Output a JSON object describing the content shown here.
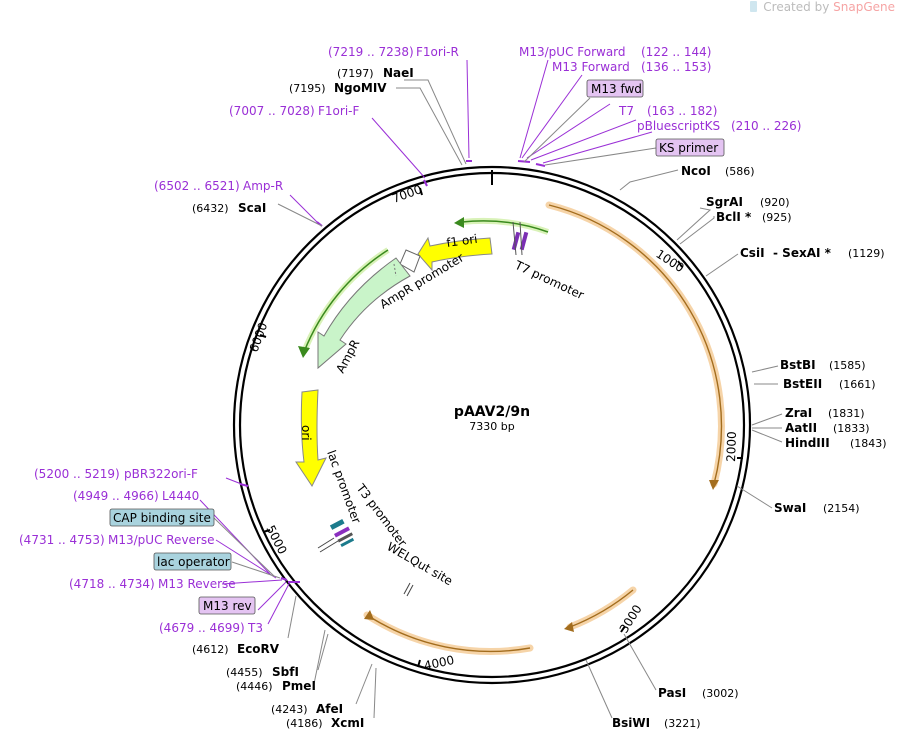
{
  "watermark": {
    "prefix": "Created by",
    "brand": "SnapGene"
  },
  "plasmid": {
    "name": "pAAV2/9n",
    "length_label": "7330 bp"
  },
  "ticks": [
    "1000",
    "2000",
    "3000",
    "4000",
    "5000",
    "6000",
    "7000"
  ],
  "enzymes": [
    {
      "name": "NcoI",
      "pos": "(586)"
    },
    {
      "name": "SgrAI",
      "pos": "(920)"
    },
    {
      "name": "BclI *",
      "pos": "(925)"
    },
    {
      "name": "CsiI",
      "name2": "SexAI *",
      "pos": "(1129)"
    },
    {
      "name": "BstBI",
      "pos": "(1585)"
    },
    {
      "name": "BstEII",
      "pos": "(1661)"
    },
    {
      "name": "ZraI",
      "pos": "(1831)"
    },
    {
      "name": "AatII",
      "pos": "(1833)"
    },
    {
      "name": "HindIII",
      "pos": "(1843)"
    },
    {
      "name": "SwaI",
      "pos": "(2154)"
    },
    {
      "name": "PasI",
      "pos": "(3002)"
    },
    {
      "name": "BsiWI",
      "pos": "(3221)"
    },
    {
      "name": "XcmI",
      "pos": "(4186)"
    },
    {
      "name": "AfeI",
      "pos": "(4243)"
    },
    {
      "name": "PmeI",
      "pos": "(4446)"
    },
    {
      "name": "SbfI",
      "pos": "(4455)"
    },
    {
      "name": "EcoRV",
      "pos": "(4612)"
    },
    {
      "name": "ScaI",
      "pos": "(6432)"
    },
    {
      "name": "NgoMIV",
      "pos": "(7195)"
    },
    {
      "name": "NaeI",
      "pos": "(7197)"
    }
  ],
  "primers": [
    {
      "name": "F1ori-R",
      "range": "(7219 .. 7238)"
    },
    {
      "name": "F1ori-F",
      "range": "(7007 .. 7028)"
    },
    {
      "name": "Amp-R",
      "range": "(6502 .. 6521)"
    },
    {
      "name": "M13/pUC Forward",
      "range": "(122 .. 144)"
    },
    {
      "name": "M13 Forward",
      "range": "(136 .. 153)"
    },
    {
      "name": "M13 fwd",
      "range": ""
    },
    {
      "name": "T7",
      "range": "(163 .. 182)"
    },
    {
      "name": "pBluescriptKS",
      "range": "(210 .. 226)"
    },
    {
      "name": "KS primer",
      "range": ""
    },
    {
      "name": "pBR322ori-F",
      "range": "(5200 .. 5219)"
    },
    {
      "name": "L4440",
      "range": "(4949 .. 4966)"
    },
    {
      "name": "CAP binding site",
      "range": ""
    },
    {
      "name": "M13/pUC Reverse",
      "range": "(4731 .. 4753)"
    },
    {
      "name": "lac operator",
      "range": ""
    },
    {
      "name": "M13 Reverse",
      "range": "(4718 .. 4734)"
    },
    {
      "name": "M13 rev",
      "range": ""
    },
    {
      "name": "T3",
      "range": "(4679 .. 4699)"
    }
  ],
  "features": {
    "f1_ori": "f1 ori",
    "ampr_promoter": "AmpR promoter",
    "ampr": "AmpR",
    "ori": "ori",
    "t7_promoter": "T7 promoter",
    "lac_promoter": "lac promoter",
    "t3_promoter": "T3 promoter",
    "welqut_site": "WELQut site"
  },
  "colors": {
    "primer": "#9a2fd6",
    "purple_box": "#e4c4f2",
    "blue_box": "#a9d3de",
    "yellow": "#ffff00",
    "amp_green": "#c9f4c9",
    "orange_arc": "#f2b46b"
  }
}
